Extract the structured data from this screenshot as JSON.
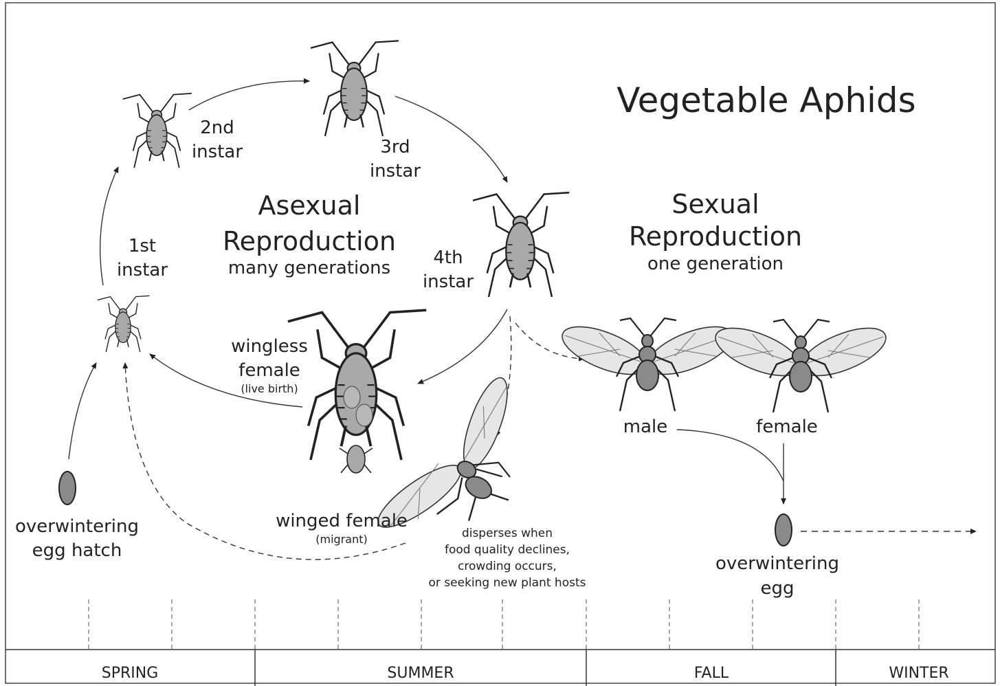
{
  "title": "Vegetable Aphids",
  "asexual": {
    "title_line1": "Asexual",
    "title_line2": "Reproduction",
    "subtitle": "many generations"
  },
  "sexual": {
    "title_line1": "Sexual",
    "title_line2": "Reproduction",
    "subtitle": "one generation"
  },
  "stages": {
    "first": {
      "line1": "1st",
      "line2": "instar"
    },
    "second": {
      "line1": "2nd",
      "line2": "instar"
    },
    "third": {
      "line1": "3rd",
      "line2": "instar"
    },
    "fourth": {
      "line1": "4th",
      "line2": "instar"
    },
    "wingless": {
      "line1": "wingless",
      "line2": "female",
      "note": "(live birth)"
    },
    "winged": {
      "line1": "winged female",
      "note": "(migrant)"
    },
    "egg_hatch": {
      "line1": "overwintering",
      "line2": "egg hatch"
    },
    "male": "male",
    "female": "female",
    "egg": {
      "line1": "overwintering",
      "line2": "egg"
    }
  },
  "disperse_note": [
    "disperses when",
    "food quality declines,",
    "crowding occurs,",
    "or seeking new plant hosts"
  ],
  "seasons": [
    "SPRING",
    "SUMMER",
    "FALL",
    "WINTER"
  ],
  "colors": {
    "body": "#a9a9a9",
    "body_dark": "#8a8a8a",
    "wing": "#e6e6e6",
    "ink": "#222222",
    "guide": "#888888"
  }
}
